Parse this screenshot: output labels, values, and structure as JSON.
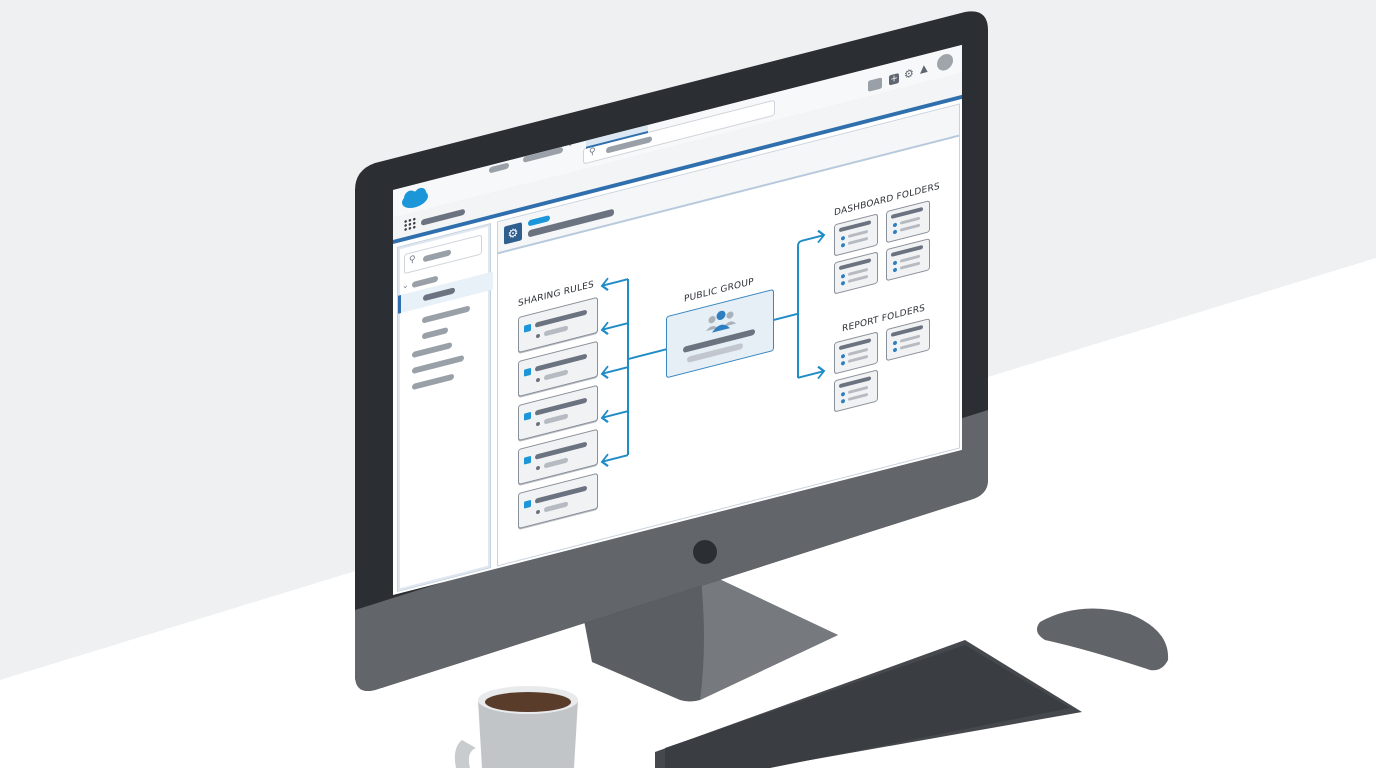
{
  "scene": {
    "description": "Illustration of a desktop monitor showing a Salesforce-style setup page diagram",
    "colors": {
      "accent": "#1b96d8",
      "nav_blue": "#2f6fae",
      "bezel": "#2b2f33",
      "body": "#5e6165",
      "connector": "#1f8cc7"
    }
  },
  "app": {
    "logo": "cloud-logo",
    "global_search": {
      "placeholder": ""
    },
    "header_icons": [
      "favorites-icon",
      "add-icon",
      "setup-gear-icon",
      "notifications-bell-icon",
      "avatar"
    ],
    "nav_items": [
      {
        "label": ""
      },
      {
        "label": ""
      },
      {
        "label": ""
      },
      {
        "label": ""
      }
    ],
    "action_buttons": [
      {
        "label": "",
        "style": "primary"
      },
      {
        "label": "",
        "style": "neutral"
      }
    ]
  },
  "page": {
    "header_icon": "gear-icon",
    "diagram": {
      "sharing_rules": {
        "title": "SHARING RULES",
        "count": 5
      },
      "public_group": {
        "title": "PUBLIC GROUP",
        "icon": "group-people-icon"
      },
      "dashboard_folders": {
        "title": "DASHBOARD FOLDERS",
        "count": 4
      },
      "report_folders": {
        "title": "REPORT FOLDERS",
        "count": 3
      }
    }
  },
  "sidebar": {
    "search_placeholder": "",
    "tree_items": 6
  }
}
